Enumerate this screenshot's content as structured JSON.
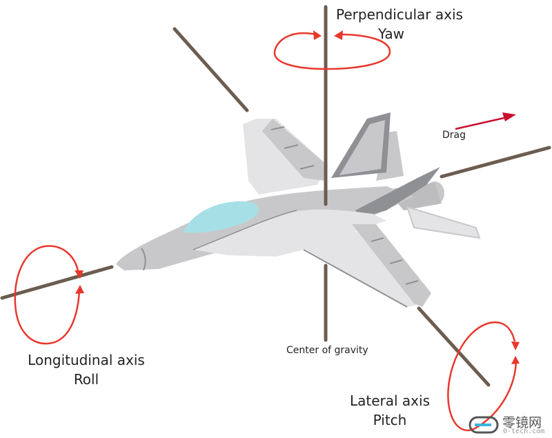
{
  "diagram": {
    "subject": "fighter-jet aircraft axes",
    "labels": {
      "yaw_axis": "Perpendicular axis",
      "yaw": "Yaw",
      "roll_axis": "Longitudinal axis",
      "roll": "Roll",
      "pitch_axis": "Lateral axis",
      "pitch": "Pitch",
      "center": "Center of gravity",
      "drag": "Drag"
    },
    "colors": {
      "axis": "#6b5d50",
      "rotation_arrow": "#e8372d",
      "drag_arrow": "#c8102e",
      "fuselage": "#c8c8cb",
      "fuselage_light": "#e4e4e6",
      "fuselage_dark": "#8f9094",
      "canopy": "#a6e0e6"
    }
  },
  "watermark": {
    "brand": "零镜网",
    "url": "0-tech.com"
  }
}
